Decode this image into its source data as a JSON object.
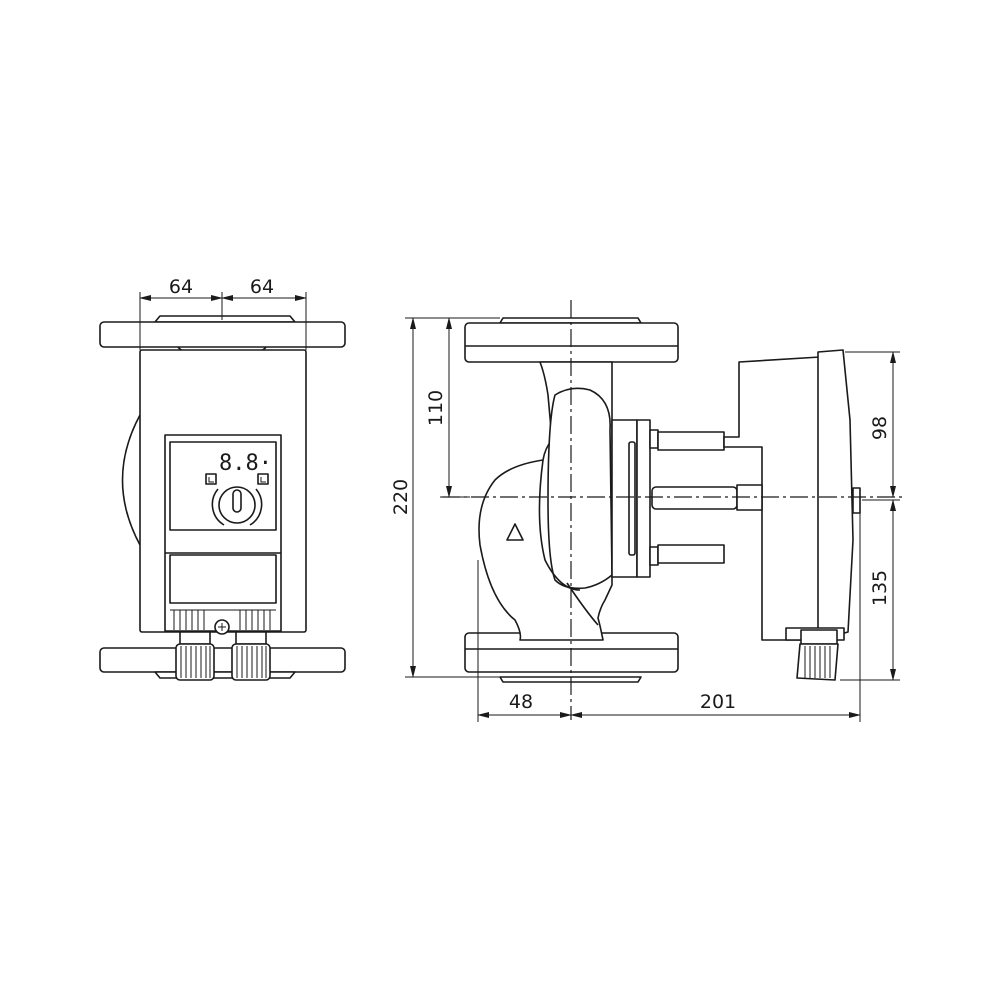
{
  "drawing": {
    "front_view": {
      "display_readout": "8.8·",
      "dimensions": {
        "half_width_left": "64",
        "half_width_right": "64"
      }
    },
    "side_view": {
      "dimensions": {
        "overall_height": "220",
        "top_to_axis": "110",
        "motor_top_to_axis": "98",
        "axis_to_plug_bottom": "135",
        "flange_to_axis": "48",
        "axis_to_motor_end": "201"
      }
    },
    "line_color": "#1a1a1a"
  }
}
